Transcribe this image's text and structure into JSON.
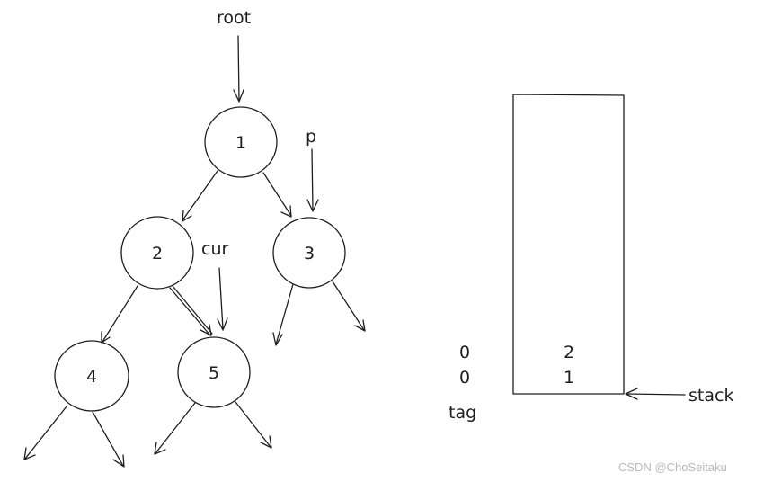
{
  "pointers": {
    "root": "root",
    "p": "p",
    "cur": "cur",
    "stack": "stack"
  },
  "tree": {
    "nodes": [
      "1",
      "2",
      "3",
      "4",
      "5"
    ]
  },
  "stack": {
    "values": [
      "2",
      "1"
    ],
    "tags": [
      "0",
      "0"
    ],
    "tag_label": "tag"
  },
  "watermark": "CSDN @ChoSeitaku"
}
